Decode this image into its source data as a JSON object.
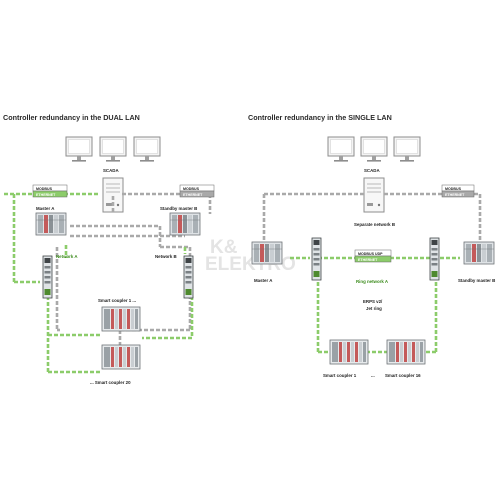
{
  "watermark": {
    "line1": "K&",
    "line2": "ELEKTRO",
    "sub": "...."
  },
  "left": {
    "title": "Controller redundancy in the DUAL LAN",
    "scada": "SCADA",
    "tag_top_modbus": "MODBUS",
    "tag_top_ethernet": "ETHERNET",
    "tag_right_modbus": "MODBUS",
    "tag_right_ethernet": "ETHERNET",
    "master": "Master A",
    "standby": "Standby master B",
    "network_a": "Network A",
    "network_b": "Network B",
    "coupler_1": "Smart coupler 1 ...",
    "coupler_n": "... Smart coupler 20"
  },
  "right": {
    "title": "Controller redundancy in the SINGLE LAN",
    "scada": "SCADA",
    "tag_modbus": "MODBUS",
    "tag_ethernet": "ETHERNET",
    "separate_network": "Separate network B",
    "ring_modbus": "MODBUS UDP",
    "ring_ethernet": "ETHERNET",
    "ring_network": "Ring network A",
    "erps": "ERPS v2/",
    "jet_ring": "Jet ring",
    "master": "Master A",
    "standby": "Standby master B",
    "coupler_1": "Smart coupler 1",
    "dots": "...",
    "coupler_n": "Smart coupler 16"
  },
  "colors": {
    "green": "#8ccc6a",
    "gray": "#a9a9a9",
    "device": "#d9dde0",
    "module_red": "#c45a5a"
  }
}
